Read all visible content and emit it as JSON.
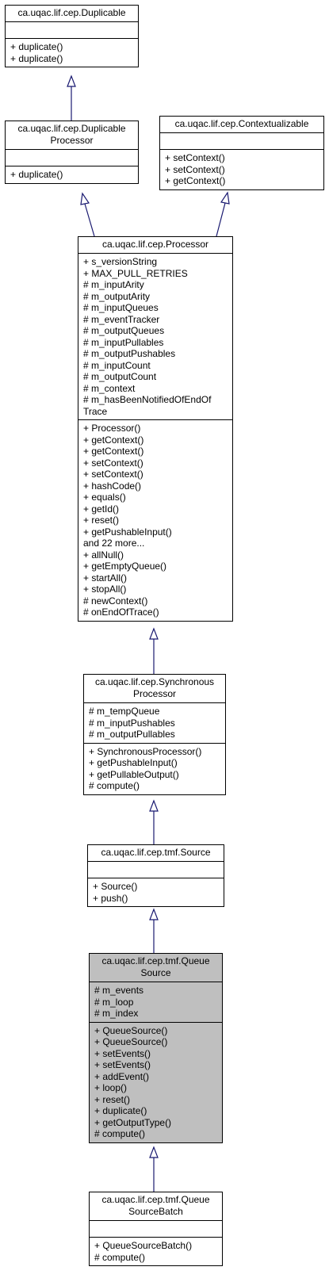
{
  "classes": [
    {
      "id": "duplicable",
      "title": [
        "ca.uqac.lif.cep.Duplicable"
      ],
      "attributes": [],
      "methods": [
        "+ duplicate()",
        "+ duplicate()"
      ]
    },
    {
      "id": "duplicable-processor",
      "title": [
        "ca.uqac.lif.cep.Duplicable",
        "Processor"
      ],
      "attributes": [],
      "methods": [
        "+ duplicate()"
      ]
    },
    {
      "id": "contextualizable",
      "title": [
        "ca.uqac.lif.cep.Contextualizable"
      ],
      "attributes": [],
      "methods": [
        "+ setContext()",
        "+ setContext()",
        "+ getContext()"
      ]
    },
    {
      "id": "processor",
      "title": [
        "ca.uqac.lif.cep.Processor"
      ],
      "attributes": [
        "+ s_versionString",
        "+ MAX_PULL_RETRIES",
        "# m_inputArity",
        "# m_outputArity",
        "# m_inputQueues",
        "# m_eventTracker",
        "# m_outputQueues",
        "# m_inputPullables",
        "# m_outputPushables",
        "# m_inputCount",
        "# m_outputCount",
        "# m_context",
        "# m_hasBeenNotifiedOfEndOf",
        "Trace"
      ],
      "methods": [
        "+ Processor()",
        "+ getContext()",
        "+ getContext()",
        "+ setContext()",
        "+ setContext()",
        "+ hashCode()",
        "+ equals()",
        "+ getId()",
        "+ reset()",
        "+ getPushableInput()",
        "and 22 more...",
        "+ allNull()",
        "+ getEmptyQueue()",
        "+ startAll()",
        "+ stopAll()",
        "# newContext()",
        "# onEndOfTrace()"
      ]
    },
    {
      "id": "synchronous-processor",
      "title": [
        "ca.uqac.lif.cep.Synchronous",
        "Processor"
      ],
      "attributes": [
        "# m_tempQueue",
        "# m_inputPushables",
        "# m_outputPullables"
      ],
      "methods": [
        "+ SynchronousProcessor()",
        "+ getPushableInput()",
        "+ getPullableOutput()",
        "# compute()"
      ]
    },
    {
      "id": "source",
      "title": [
        "ca.uqac.lif.cep.tmf.Source"
      ],
      "attributes": [],
      "methods": [
        "+ Source()",
        "+ push()"
      ]
    },
    {
      "id": "queue-source",
      "title": [
        "ca.uqac.lif.cep.tmf.Queue",
        "Source"
      ],
      "attributes": [
        "# m_events",
        "# m_loop",
        "# m_index"
      ],
      "methods": [
        "+ QueueSource()",
        "+ QueueSource()",
        "+ setEvents()",
        "+ setEvents()",
        "+ addEvent()",
        "+ loop()",
        "+ reset()",
        "+ duplicate()",
        "+ getOutputType()",
        "# compute()"
      ]
    },
    {
      "id": "queue-source-batch",
      "title": [
        "ca.uqac.lif.cep.tmf.Queue",
        "SourceBatch"
      ],
      "attributes": [],
      "methods": [
        "+ QueueSourceBatch()",
        "# compute()"
      ]
    }
  ],
  "colors": {
    "edge": "#191970",
    "highlight": "#bfbfbf",
    "border": "#000000"
  }
}
